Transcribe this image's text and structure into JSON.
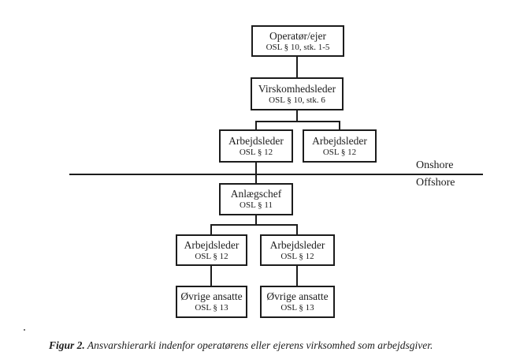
{
  "nodes": {
    "operator": {
      "title": "Operatør/ejer",
      "subtitle": "OSL § 10, stk. 1-5"
    },
    "virksomhedsleder": {
      "title": "Virskomhedsleder",
      "subtitle": "OSL § 10, stk. 6"
    },
    "arbejdsleder_onshore_left": {
      "title": "Arbejdsleder",
      "subtitle": "OSL § 12"
    },
    "arbejdsleder_onshore_right": {
      "title": "Arbejdsleder",
      "subtitle": "OSL § 12"
    },
    "anlaegschef": {
      "title": "Anlægschef",
      "subtitle": "OSL § 11"
    },
    "arbejdsleder_offshore_left": {
      "title": "Arbejdsleder",
      "subtitle": "OSL § 12"
    },
    "arbejdsleder_offshore_right": {
      "title": "Arbejdsleder",
      "subtitle": "OSL § 12"
    },
    "oevrige_ansatte_left": {
      "title": "Øvrige ansatte",
      "subtitle": "OSL § 13"
    },
    "oevrige_ansatte_right": {
      "title": "Øvrige ansatte",
      "subtitle": "OSL § 13"
    }
  },
  "divider": {
    "onshore_label": "Onshore",
    "offshore_label": "Offshore"
  },
  "caption": {
    "label": "Figur 2.",
    "text": " Ansvarshierarki indenfor operatørens eller ejerens virksomhed som arbejdsgiver."
  },
  "colors": {
    "border": "#1c1c1c",
    "text": "#1c1c1c",
    "background": "#ffffff"
  }
}
